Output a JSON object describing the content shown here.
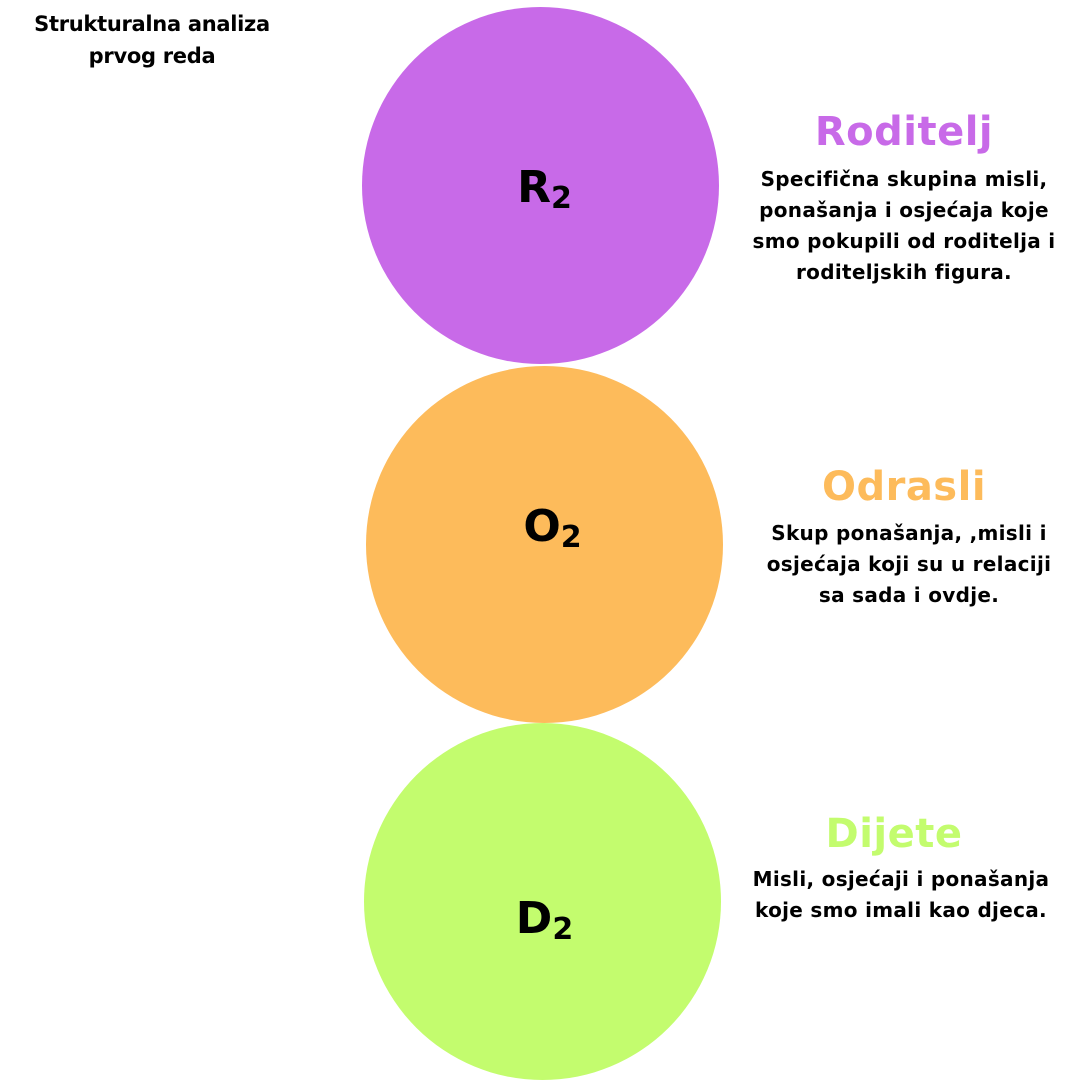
{
  "title": "Strukturalna analiza\nprvog reda",
  "colors": {
    "roditelj": "#c86ae8",
    "odrasli": "#fdbb5b",
    "dijete": "#c3fc6e",
    "text": "#000000"
  },
  "states": [
    {
      "letter": "R",
      "subscript": "2",
      "heading": "Roditelj",
      "description": "Specifična skupina misli,\nponašanja i osjećaja koje\nsmo pokupili od roditelja i\nroditeljskih figura."
    },
    {
      "letter": "O",
      "subscript": "2",
      "heading": "Odrasli",
      "description": "Skup ponašanja, ,misli i\nosjećaja koji su u relaciji\nsa sada i ovdje."
    },
    {
      "letter": "D",
      "subscript": "2",
      "heading": "Dijete",
      "description": "Misli, osjećaji i ponašanja\nkoje smo imali kao djeca."
    }
  ]
}
